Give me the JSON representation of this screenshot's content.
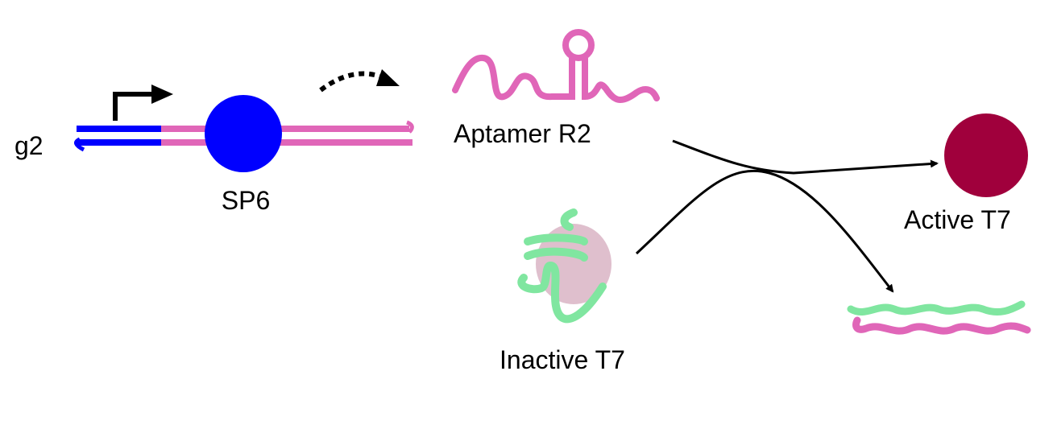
{
  "labels": {
    "gene": "g2",
    "promoter_polymerase": "SP6",
    "aptamer": "Aptamer R2",
    "inactive": "Inactive T7",
    "active": "Active T7"
  },
  "colors": {
    "dna_promoter": "#0000ff",
    "rna_pink": "#e066b8",
    "sp6": "#0000ff",
    "active_t7": "#a0003c",
    "inactive_t7_body": "#dcb8c8",
    "protein_green": "#80e6a0"
  }
}
